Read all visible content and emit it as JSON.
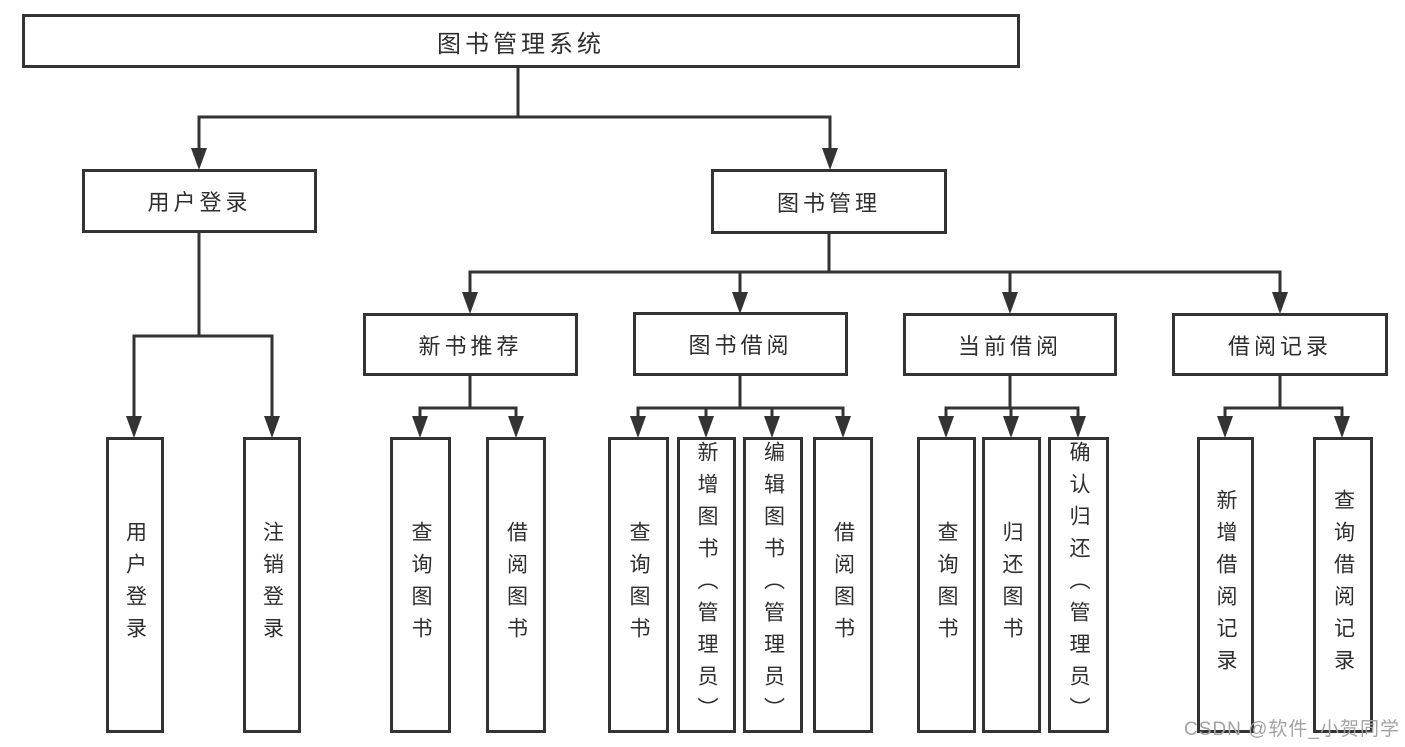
{
  "tree": {
    "label": "图书管理系统",
    "children": [
      {
        "label": "用户登录",
        "children": [
          {
            "label": "用户登录"
          },
          {
            "label": "注销登录"
          }
        ]
      },
      {
        "label": "图书管理",
        "children": [
          {
            "label": "新书推荐",
            "children": [
              {
                "label": "查询图书"
              },
              {
                "label": "借阅图书"
              }
            ]
          },
          {
            "label": "图书借阅",
            "children": [
              {
                "label": "查询图书"
              },
              {
                "label": "新增图书（管理员）"
              },
              {
                "label": "编辑图书（管理员）"
              },
              {
                "label": "借阅图书"
              }
            ]
          },
          {
            "label": "当前借阅",
            "children": [
              {
                "label": "查询图书"
              },
              {
                "label": "归还图书"
              },
              {
                "label": "确认归还（管理员）"
              }
            ]
          },
          {
            "label": "借阅记录",
            "children": [
              {
                "label": "新增借阅记录"
              },
              {
                "label": "查询借阅记录"
              }
            ]
          }
        ]
      }
    ]
  },
  "watermark": {
    "text": "CSDN @软件_小贺同学",
    "color": "#a3a3a3"
  },
  "colors": {
    "line": "#333333",
    "box_border": "#333333",
    "box_background": "#ffffff",
    "text": "#2e2e2e",
    "page_background": "#ffffff"
  }
}
